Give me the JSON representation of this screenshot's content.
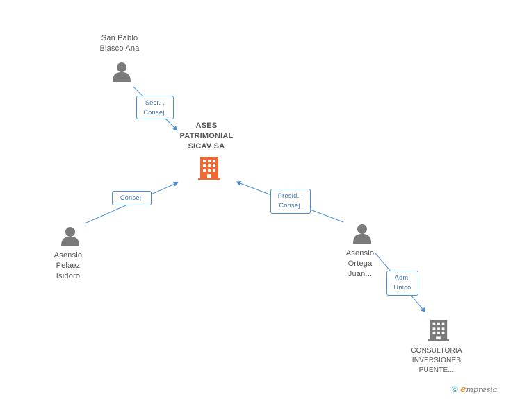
{
  "nodes": {
    "san_pablo": {
      "line1": "San Pablo",
      "line2": "Blasco Ana"
    },
    "ases": {
      "line1": "ASES",
      "line2": "PATRIMONIAL",
      "line3": "SICAV SA"
    },
    "asensio_pelaez": {
      "line1": "Asensio",
      "line2": "Pelaez",
      "line3": "Isidoro"
    },
    "asensio_ortega": {
      "line1": "Asensio",
      "line2": "Ortega",
      "line3": "Juan..."
    },
    "consultoria": {
      "line1": "CONSULTORIA",
      "line2": "INVERSIONES",
      "line3": "PUENTE..."
    }
  },
  "edges": {
    "secr_consej": {
      "line1": "Secr. ,",
      "line2": "Consej."
    },
    "consej": {
      "line1": "Consej."
    },
    "presid_consej": {
      "line1": "Presid. ,",
      "line2": "Consej."
    },
    "adm_unico": {
      "line1": "Adm.",
      "line2": "Unico"
    }
  },
  "footer": {
    "copyright": "©",
    "brand_initial": "e",
    "brand_rest": "mpresia"
  },
  "colors": {
    "edge": "#4a8fd6",
    "person_icon": "#7a7a7a",
    "main_company_icon": "#f06a35",
    "other_company_icon": "#7a7a7a"
  }
}
